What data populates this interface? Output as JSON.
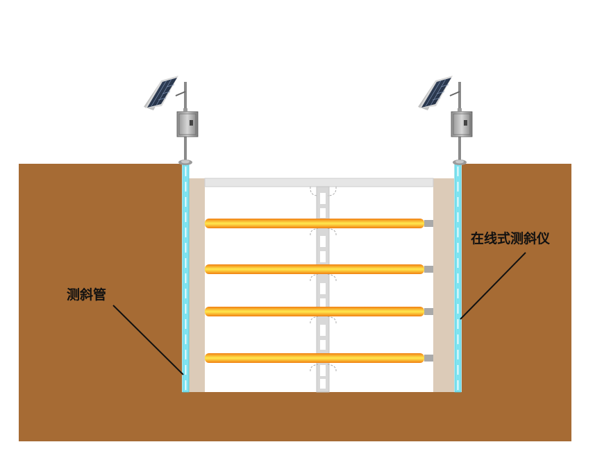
{
  "labels": {
    "inclinometer_tube": "测斜管",
    "online_inclinometer": "在线式测斜仪"
  },
  "colors": {
    "soil": "#A66B34",
    "wall": "#DCCBB8",
    "tube_outer": "#7FE3F0",
    "tube_inner": "#2FB7D1",
    "strut_core": "#FFE14A",
    "strut_edge": "#F07F12",
    "column": "#D8D8D8",
    "capping_beam": "#E6E6E6",
    "leader_line": "#111111"
  },
  "struts": 4,
  "stations": 2
}
